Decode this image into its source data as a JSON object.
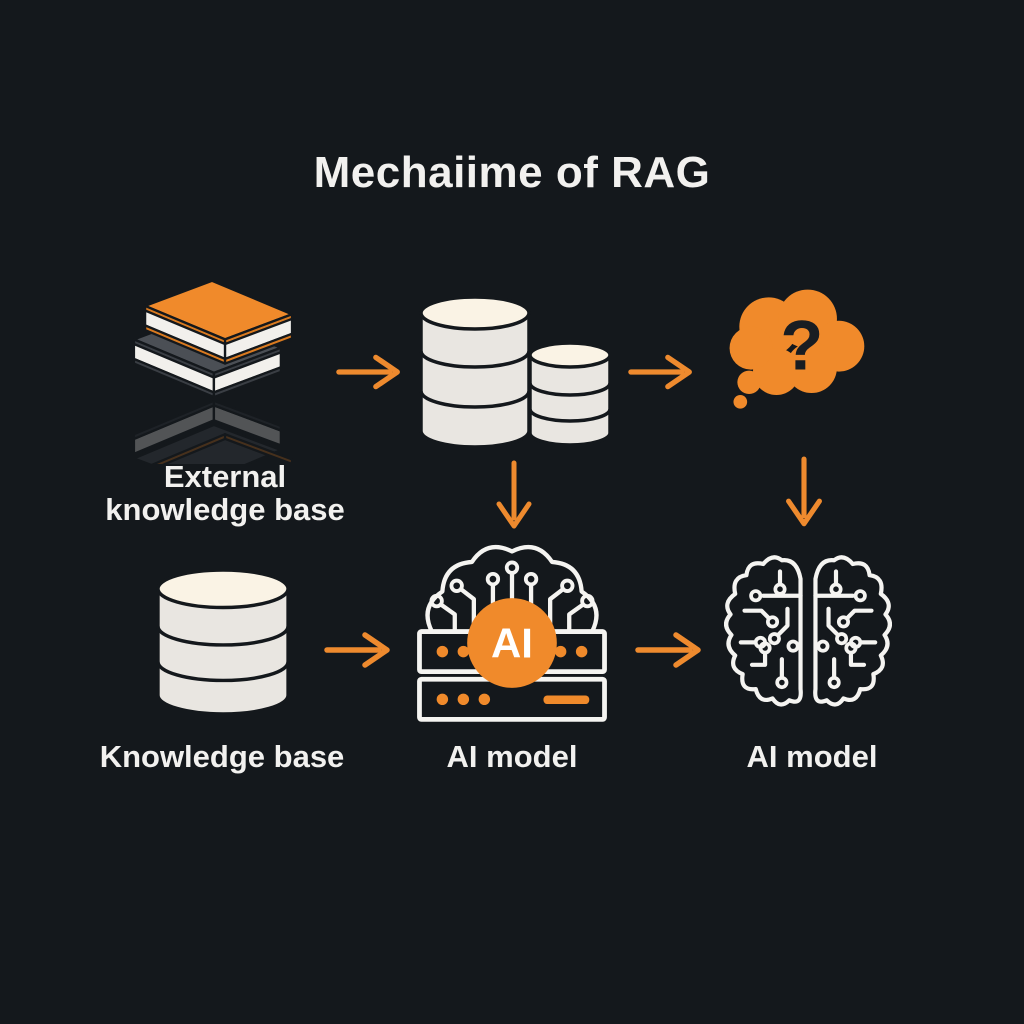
{
  "title": "Mechaiime of RAG",
  "nodes": {
    "external": {
      "line1": "External",
      "line2": "knowledge base"
    },
    "database_stack": {
      "cylinders": 2,
      "segments": 3
    },
    "question": {
      "glyph": "?"
    },
    "knowledge_base": {
      "label": "Knowledge base",
      "segments": 3
    },
    "ai_server": {
      "label": "AI model",
      "badge": "AI"
    },
    "brain": {
      "label": "AI model"
    }
  },
  "icons": {
    "row1": [
      "books-icon",
      "database-stack-icon",
      "thought-bubble-question-icon"
    ],
    "row2": [
      "database-icon",
      "ai-server-icon",
      "brain-circuit-icon"
    ],
    "connectors": [
      "arrow-right-icon",
      "arrow-down-icon"
    ]
  },
  "colors": {
    "background": "#14181c",
    "accent_orange": "#f08a2b",
    "arrow_orange": "#ee8a2e",
    "text_white": "#f2f1ef",
    "icon_body_gray": "#e9e6e1",
    "icon_top_cream": "#faf3e5",
    "book_dark_gray": "#4b4f55",
    "outline_dark": "#14181c",
    "icon_stroke_white": "#f5f4f1"
  }
}
